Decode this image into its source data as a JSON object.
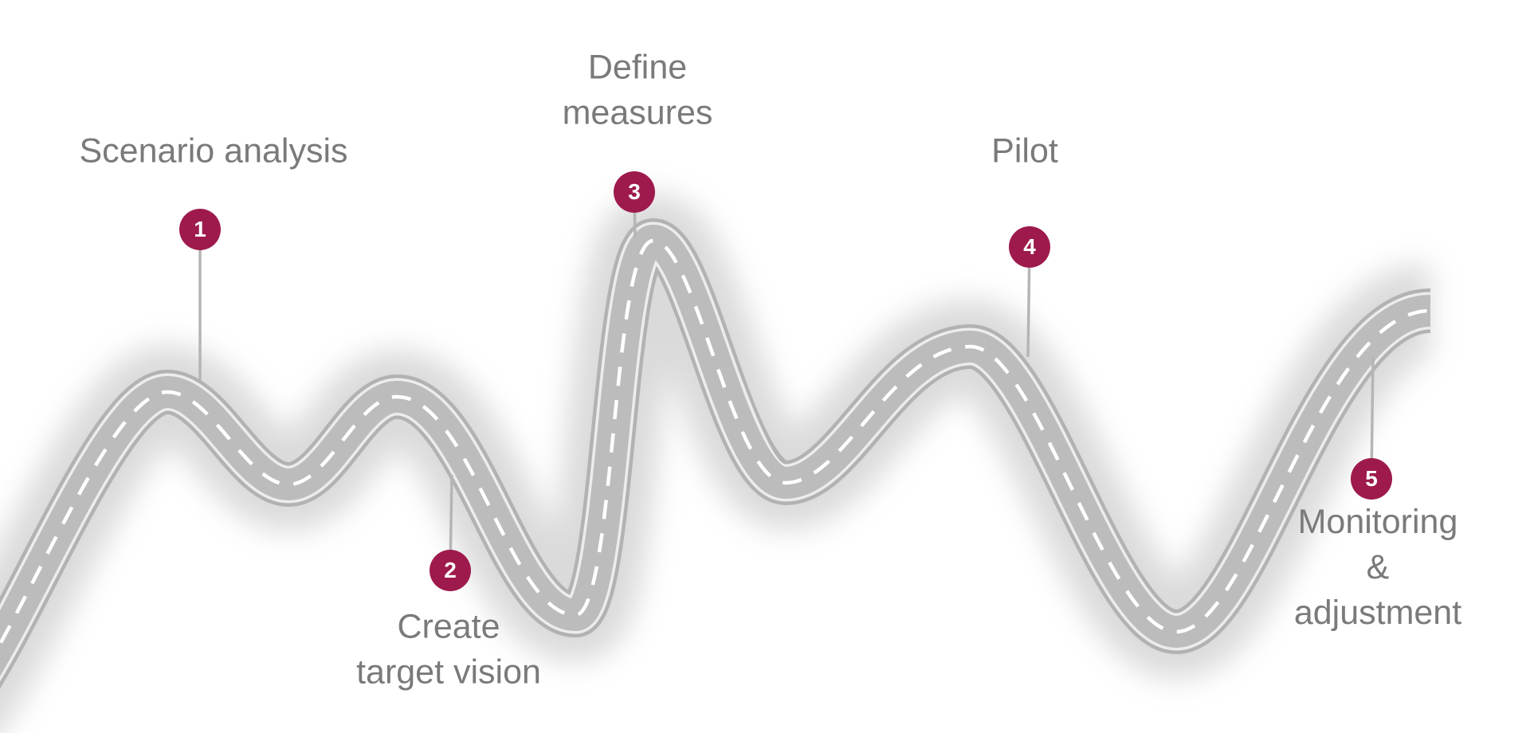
{
  "diagram": {
    "type": "roadmap",
    "description": "Winding road journey diagram with five numbered milestones"
  },
  "colors": {
    "background": "#ffffff",
    "road_body": "#bcbcbc",
    "road_edge_line": "#ececec",
    "road_outer": "#b2b2b2",
    "road_shadow": "#a0a0a0",
    "center_dash": "#ffffff",
    "marker": "#9e1a4c",
    "marker_number": "#ffffff",
    "label_text": "#7a7a7a",
    "stem": "#b5b5b5"
  },
  "milestones": [
    {
      "number": "1",
      "label": "Scenario analysis"
    },
    {
      "number": "2",
      "label": "Create\ntarget vision"
    },
    {
      "number": "3",
      "label": "Define\nmeasures"
    },
    {
      "number": "4",
      "label": "Pilot"
    },
    {
      "number": "5",
      "label": "Monitoring &\nadjustment"
    }
  ]
}
